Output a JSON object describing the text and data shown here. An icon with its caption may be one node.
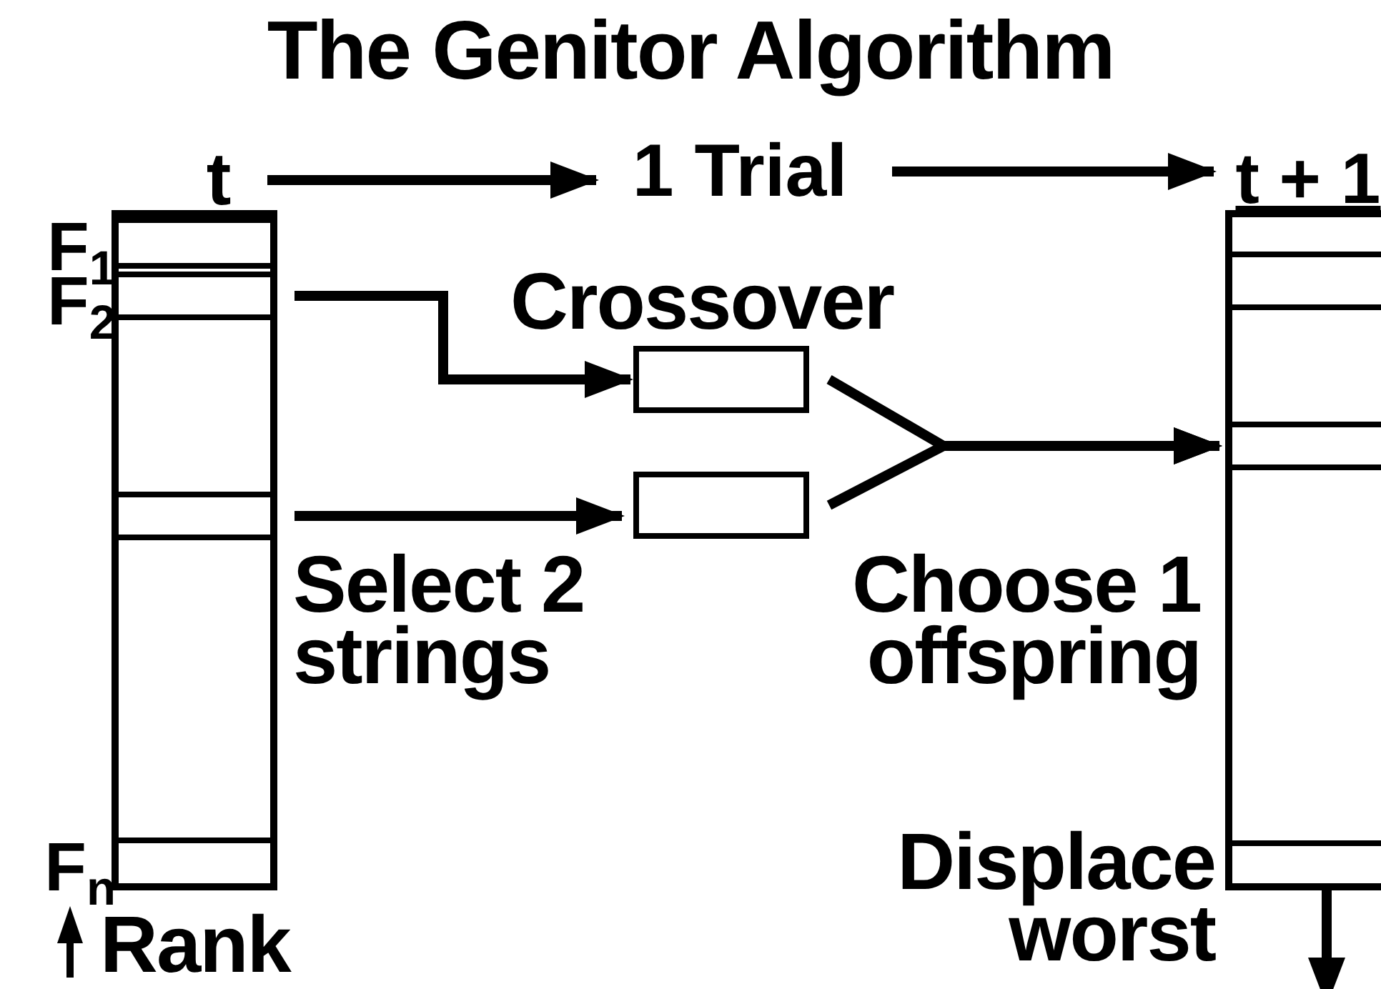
{
  "diagram": {
    "title": "The Genitor Algorithm",
    "nodes": [
      {
        "text": [
          "t"
        ]
      },
      {
        "text": [],
        "shape": "bar",
        "in": 0,
        "beside": [
          "F$_{1}$"
        ]
      },
      {
        "text": [],
        "shape": "bar",
        "in": 0,
        "beside": [
          "F$_{2}$"
        ]
      },
      {
        "text": [],
        "shape": "bar",
        "in": 0
      },
      {
        "text": [],
        "shape": "bar",
        "in": 0,
        "beside": [
          "F$_{n}$"
        ]
      },
      {
        "text": [
          "1 Trial"
        ]
      },
      {
        "text": [],
        "shape": "box"
      },
      {
        "text": [],
        "shape": "box"
      },
      {
        "text": [
          "t + 1"
        ]
      },
      {
        "text": [],
        "shape": "bar",
        "in": 8
      },
      {
        "text": [],
        "shape": "bar",
        "in": 8
      }
    ],
    "edges": [
      {
        "from": 0,
        "to": 5,
        "arrow": "to"
      },
      {
        "from": 5,
        "to": 8,
        "arrow": "to"
      },
      {
        "from": 2,
        "to": 6,
        "arrow": "to"
      },
      {
        "from": 3,
        "to": 7,
        "arrow": "to"
      },
      {
        "from": 6,
        "to": 9,
        "arrow": "to"
      },
      {
        "from": 7,
        "to": 9,
        "arrow": "to"
      },
      {
        "from": 10,
        "to": null,
        "arrow": "to"
      }
    ],
    "labels": [
      "Crossover",
      "Select 2 strings",
      "Choose 1 offspring",
      "Displace worst",
      "Rank"
    ]
  }
}
